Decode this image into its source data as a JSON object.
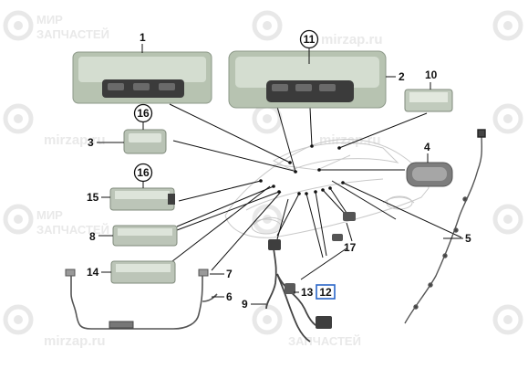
{
  "parts": [
    {
      "id": "part-1",
      "num": "1"
    },
    {
      "id": "part-2",
      "num": "2"
    },
    {
      "id": "part-3",
      "num": "3"
    },
    {
      "id": "part-4",
      "num": "4"
    },
    {
      "id": "part-5",
      "num": "5"
    },
    {
      "id": "part-6",
      "num": "6"
    },
    {
      "id": "part-7",
      "num": "7"
    },
    {
      "id": "part-8",
      "num": "8"
    },
    {
      "id": "part-9",
      "num": "9"
    },
    {
      "id": "part-10",
      "num": "10"
    },
    {
      "id": "part-11",
      "num": "11"
    },
    {
      "id": "part-12",
      "num": "12"
    },
    {
      "id": "part-13",
      "num": "13"
    },
    {
      "id": "part-14",
      "num": "14"
    },
    {
      "id": "part-15",
      "num": "15"
    },
    {
      "id": "part-16a",
      "num": "16"
    },
    {
      "id": "part-16b",
      "num": "16"
    },
    {
      "id": "part-17",
      "num": "17"
    }
  ],
  "watermark": {
    "line1": "МИР",
    "line2": "ЗАПЧАСТЕЙ",
    "url": "mirzap.ru"
  },
  "colors": {
    "lamp_frame": "#b7c3b1",
    "lamp_inner": "#d4ddd0",
    "switch_block": "#3b3b3b",
    "highlight_box": "#2a66c8",
    "watermark": "#e6e6e6"
  }
}
